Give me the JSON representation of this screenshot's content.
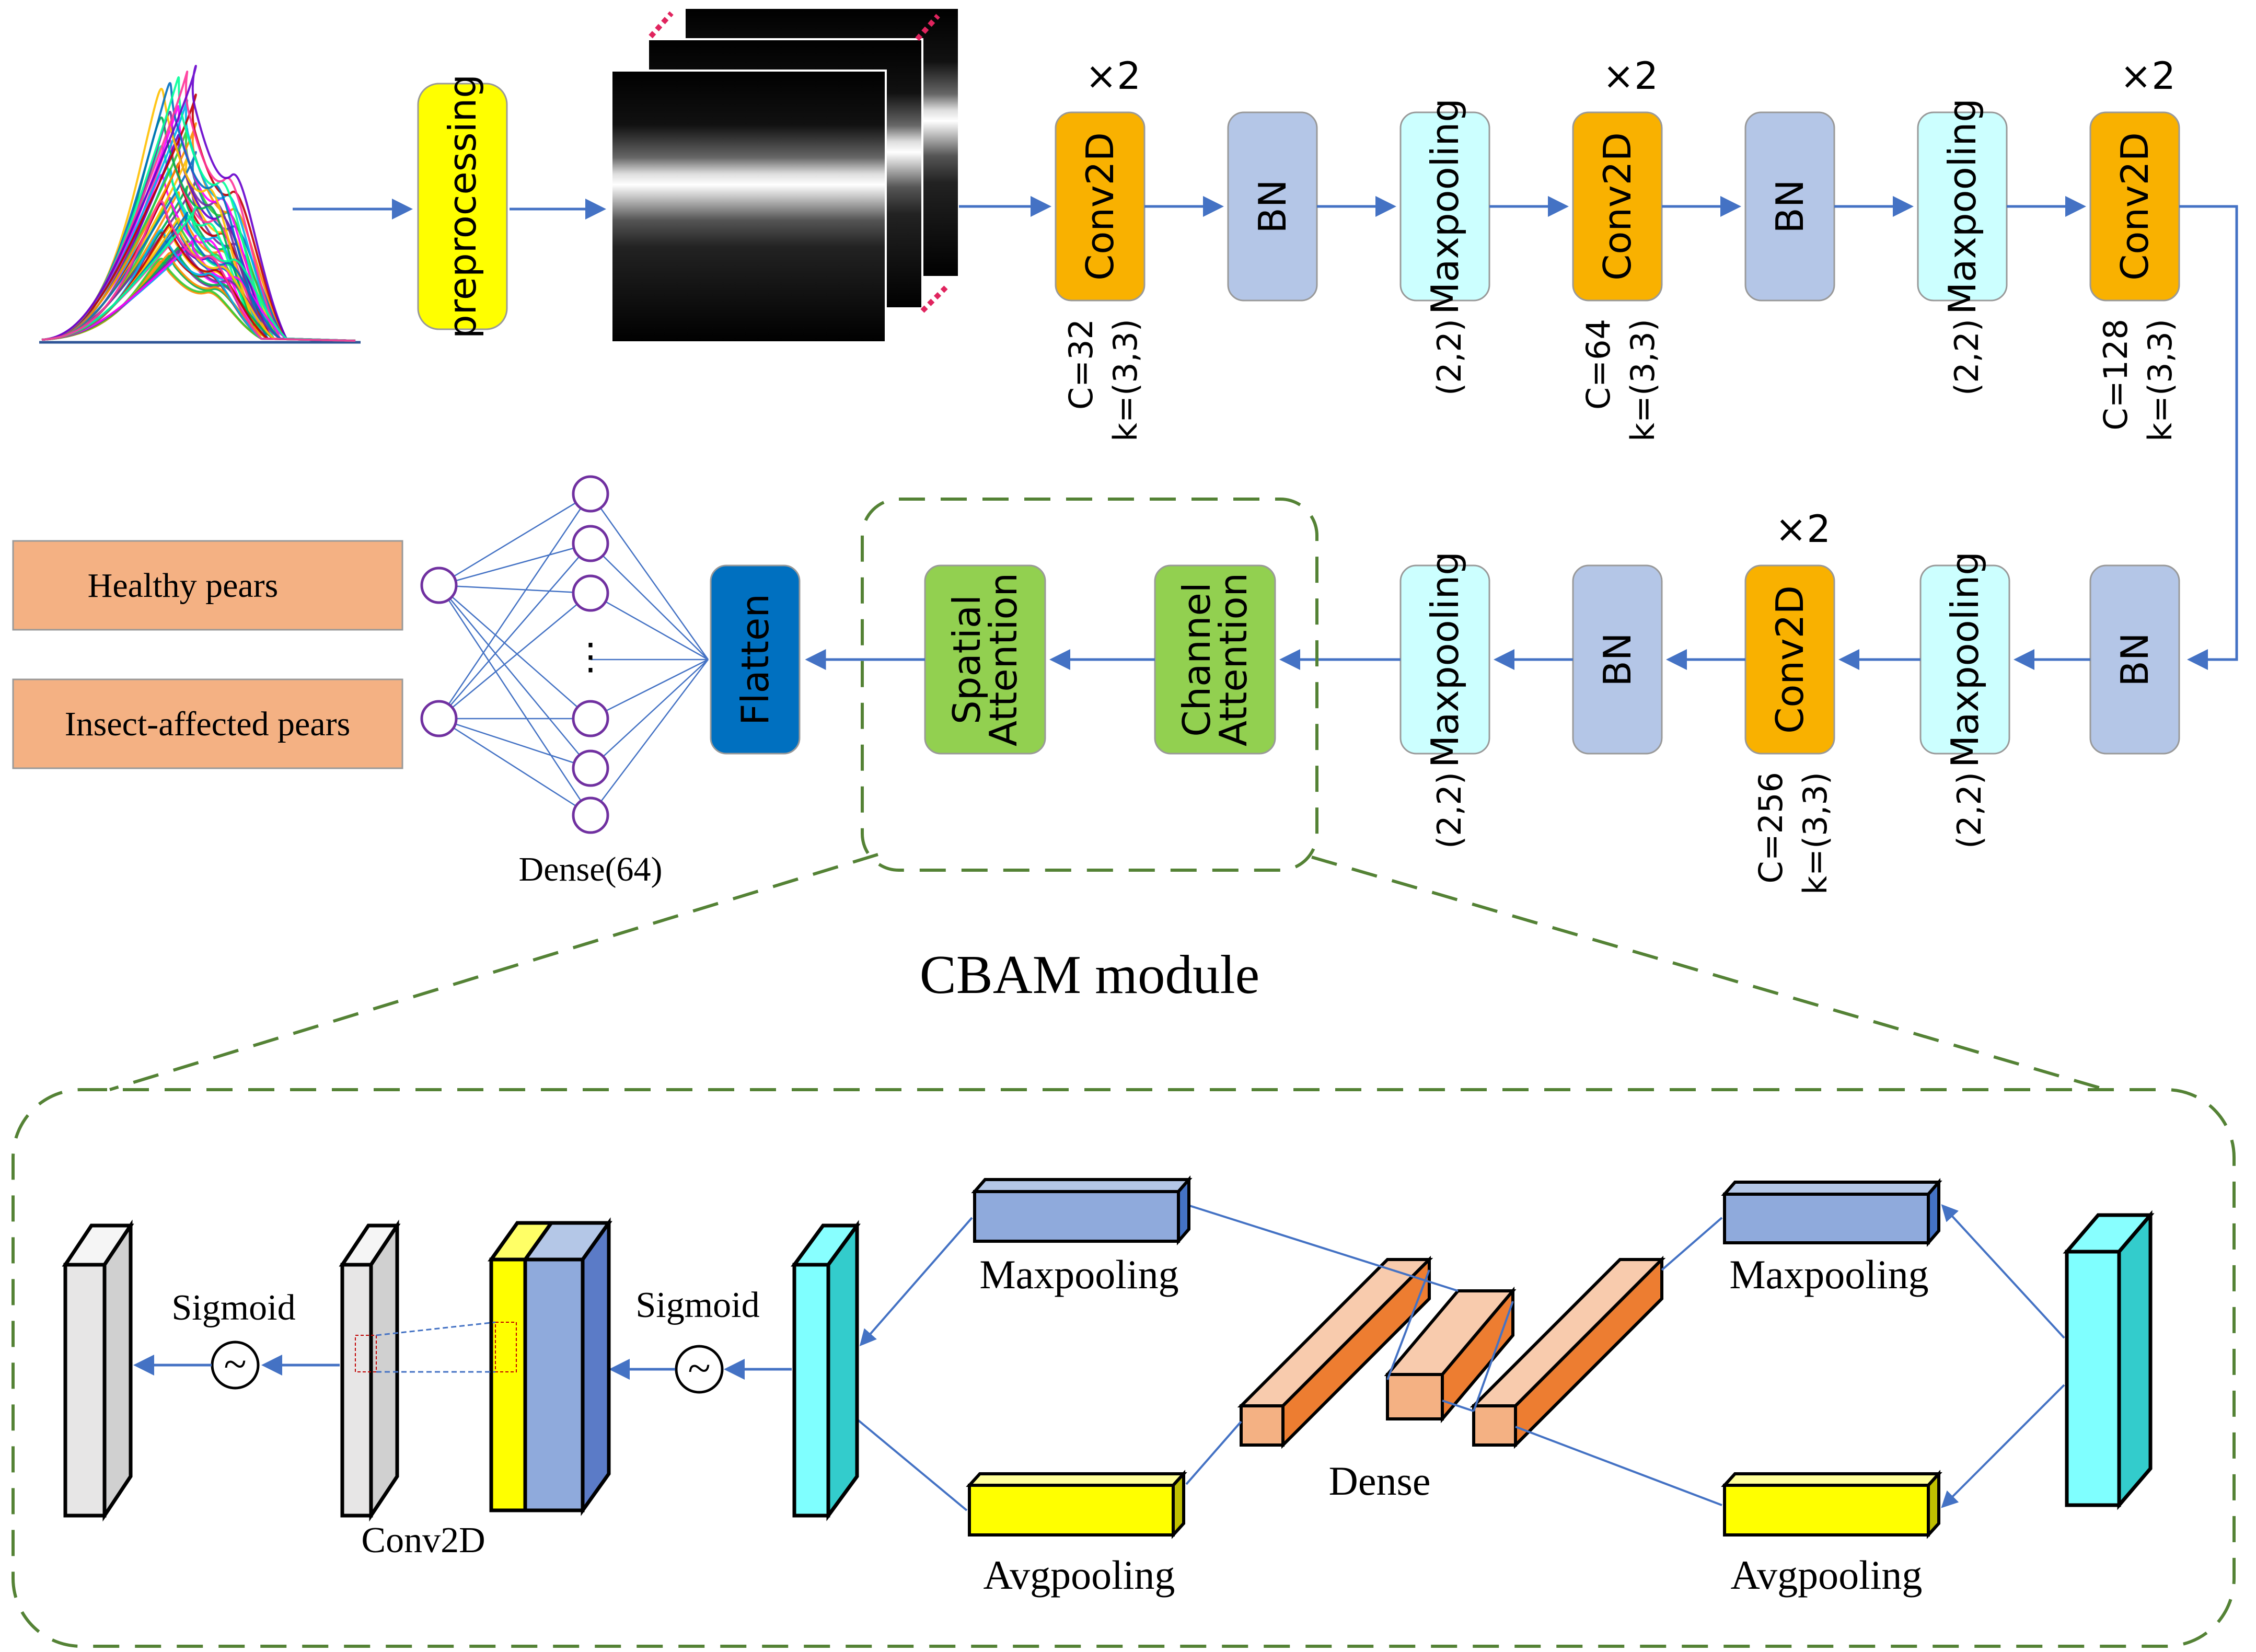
{
  "colors": {
    "conv": "#F9B100",
    "bn": "#B4C6E7",
    "maxpool": "#CCFFFF",
    "attention": "#92D050",
    "flatten": "#0070C0",
    "preprocessing": "#FFFF00",
    "output_box": "#F4B183",
    "arrow": "#4472C4",
    "cbam_border": "#548235",
    "neuron": "#7030A0"
  },
  "pipeline": {
    "input_icon": "spectral-curves",
    "preprocessing": "preprocessing",
    "top_row": [
      {
        "id": "conv1",
        "label": "Conv2D",
        "repeat": "×2",
        "ann1": "C=32",
        "ann2": "k=(3,3)"
      },
      {
        "id": "bn1",
        "label": "BN"
      },
      {
        "id": "pool1",
        "label": "Maxpooling",
        "ann1": "(2,2)"
      },
      {
        "id": "conv2",
        "label": "Conv2D",
        "repeat": "×2",
        "ann1": "C=64",
        "ann2": "k=(3,3)"
      },
      {
        "id": "bn2",
        "label": "BN"
      },
      {
        "id": "pool2",
        "label": "Maxpooling",
        "ann1": "(2,2)"
      },
      {
        "id": "conv3",
        "label": "Conv2D",
        "repeat": "×2",
        "ann1": "C=128",
        "ann2": "k=(3,3)"
      }
    ],
    "bottom_row": [
      {
        "id": "bn3",
        "label": "BN"
      },
      {
        "id": "pool3",
        "label": "Maxpooling",
        "ann1": "(2,2)"
      },
      {
        "id": "conv4",
        "label": "Conv2D",
        "repeat": "×2",
        "ann1": "C=256",
        "ann2": "k=(3,3)"
      },
      {
        "id": "bn4",
        "label": "BN"
      },
      {
        "id": "pool4",
        "label": "Maxpooling",
        "ann1": "(2,2)"
      },
      {
        "id": "channel_att",
        "label1": "Channel",
        "label2": "Attention"
      },
      {
        "id": "spatial_att",
        "label1": "Spatial",
        "label2": "Attention"
      },
      {
        "id": "flatten",
        "label": "Flatten"
      }
    ],
    "dense_label": "Dense(64)",
    "dense_ellipsis": "⋮",
    "outputs": [
      "Healthy pears",
      "Insect-affected pears"
    ]
  },
  "cbam": {
    "title": "CBAM module",
    "left_sigmoid": "Sigmoid",
    "right_sigmoid": "Sigmoid",
    "sigmoid_symbol": "~",
    "conv_label": "Conv2D",
    "maxpool_left": "Maxpooling",
    "avgpool_left": "Avgpooling",
    "dense_label": "Dense",
    "maxpool_right": "Maxpooling",
    "avgpool_right": "Avgpooling"
  }
}
